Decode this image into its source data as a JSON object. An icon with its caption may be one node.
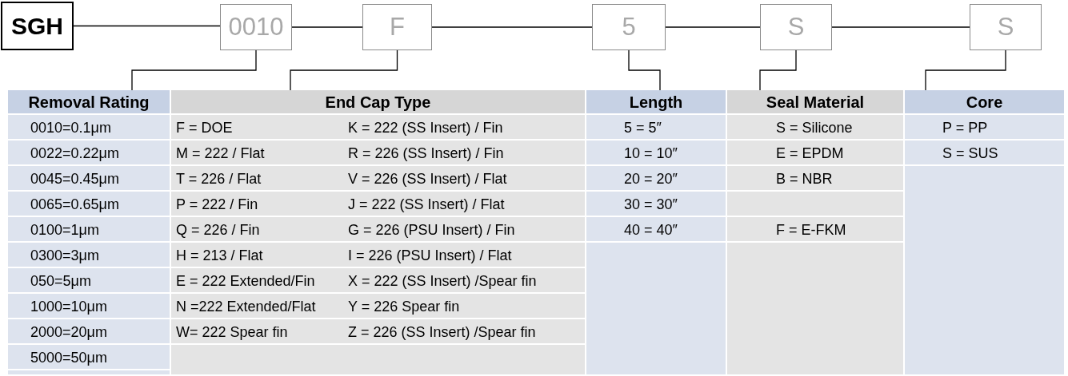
{
  "diagram": {
    "nodes": [
      {
        "text": [
          "SGH"
        ]
      },
      {
        "text": [
          "0010"
        ]
      },
      {
        "text": [
          "F"
        ]
      },
      {
        "text": [
          "5"
        ]
      },
      {
        "text": [
          "S"
        ]
      },
      {
        "text": [
          "S"
        ]
      },
      {
        "text": [
          "Removal Rating"
        ]
      },
      {
        "text": [
          "End Cap Type"
        ]
      },
      {
        "text": [
          "Length"
        ]
      },
      {
        "text": [
          "Seal Material"
        ]
      },
      {
        "text": [
          "Core"
        ]
      }
    ],
    "edges": [
      {
        "from": 0,
        "to": 1,
        "arrow": "none"
      },
      {
        "from": 1,
        "to": 2,
        "arrow": "none"
      },
      {
        "from": 2,
        "to": 3,
        "arrow": "none"
      },
      {
        "from": 3,
        "to": 4,
        "arrow": "none"
      },
      {
        "from": 4,
        "to": 5,
        "arrow": "none"
      },
      {
        "from": 1,
        "to": 6,
        "arrow": "none"
      },
      {
        "from": 2,
        "to": 7,
        "arrow": "none"
      },
      {
        "from": 3,
        "to": 8,
        "arrow": "none"
      },
      {
        "from": 4,
        "to": 9,
        "arrow": "none"
      },
      {
        "from": 5,
        "to": 10,
        "arrow": "none"
      }
    ],
    "labels": [
      "0010=0.1μm",
      "F = DOE",
      "K = 222 (SS Insert) / Fin",
      "5 = 5″",
      "S = Silicone",
      "P = PP",
      "0022=0.22μm",
      "M = 222 / Flat",
      "R = 226 (SS Insert) / Fin",
      "10 = 10″",
      "E = EPDM",
      "S = SUS",
      "0045=0.45μm",
      "T = 226 / Flat",
      "V = 226 (SS Insert) / Flat",
      "20 = 20″",
      "B = NBR",
      "0065=0.65μm",
      "P = 222 / Fin",
      "J = 222 (SS Insert) / Flat",
      "30 = 30″",
      "0100=1μm",
      "Q = 226 / Fin",
      "G = 226 (PSU Insert) / Fin",
      "40 = 40″",
      "F = E-FKM",
      "0300=3μm",
      "H = 213 / Flat",
      "I = 226 (PSU Insert) / Flat",
      "050=5μm",
      "E = 222 Extended/Fin",
      "X = 222 (SS Insert) /Spear fin",
      "1000=10μm",
      "N =222 Extended/Flat",
      "Y = 226 Spear fin",
      "2000=20μm",
      "W= 222 Spear fin",
      "Z = 226 (SS Insert) /Spear fin",
      "5000=50μm"
    ]
  }
}
